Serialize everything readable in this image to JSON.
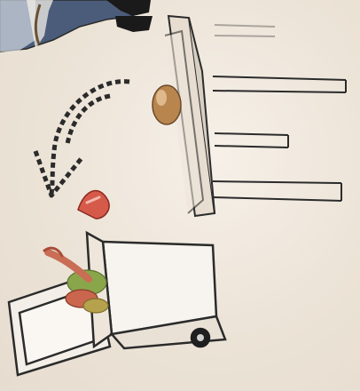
{
  "scene": {
    "background": "#efe7dc",
    "elements": [
      "person-legs",
      "wooden-table",
      "dashed-curved-arrow",
      "small-red-pointer",
      "wheeled-cart"
    ]
  },
  "colors": {
    "ink": "#2b2b2b",
    "table_top": "#e7ddd0",
    "pants": "#4b5c7a",
    "shoe": "#1a1a1a",
    "red_accent": "#d65a4a",
    "food": "#8aa64b"
  }
}
